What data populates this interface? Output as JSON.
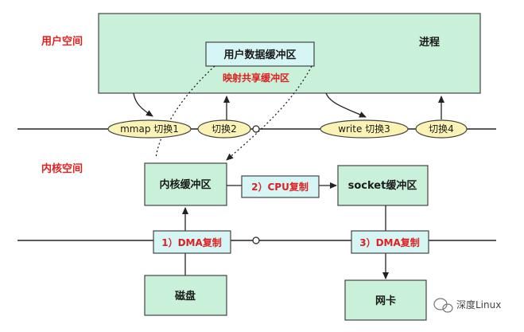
{
  "zones": {
    "user_space": "用户空间",
    "kernel_space": "内核空间"
  },
  "process": {
    "label": "进程",
    "user_buffer": "用户数据缓冲区",
    "mmap_share": "映射共享缓冲区"
  },
  "switches": {
    "mmap": "mmap  切换1",
    "switch2": "切换2",
    "write": "write 切换3",
    "switch4": "切换4"
  },
  "kernel": {
    "kernel_buffer": "内核缓冲区",
    "cpu_copy": "2）CPU复制",
    "socket_buffer": "socket缓冲区"
  },
  "dma": {
    "dma1": "1）DMA复制",
    "dma2": "3）DMA复制"
  },
  "devices": {
    "disk": "磁盘",
    "nic": "网卡"
  },
  "watermark": {
    "text": "深度Linux",
    "icon": "wechat-icon"
  },
  "colors": {
    "box_fill": "#c9f0d8",
    "box_stroke": "#444444",
    "label_fill": "#d6f5f5",
    "ellipse_fill": "#fbf3b6",
    "red": "#e02020"
  }
}
